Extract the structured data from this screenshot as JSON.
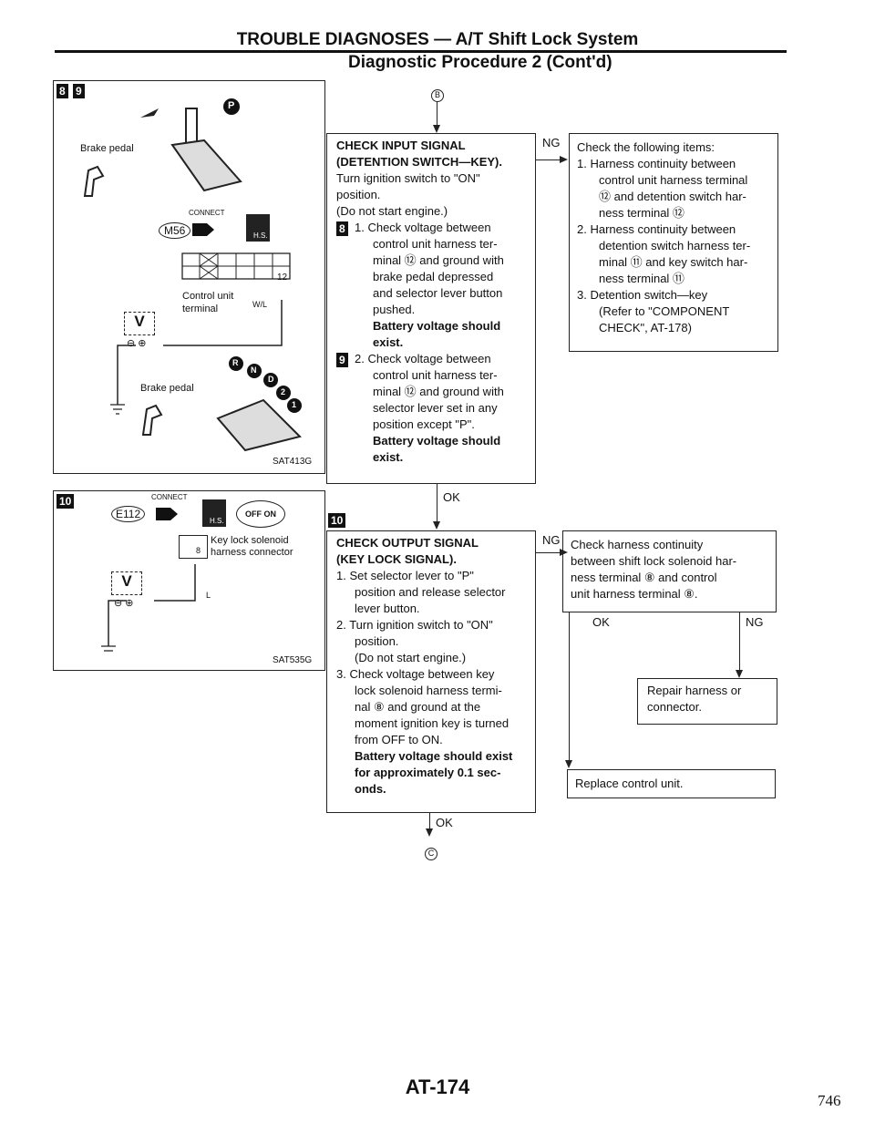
{
  "header": {
    "title": "TROUBLE DIAGNOSES — A/T Shift Lock System",
    "subtitle": "Diagnostic Procedure 2 (Cont'd)"
  },
  "fig1": {
    "tags": [
      "8",
      "9"
    ],
    "brake_pedal_top": "Brake pedal",
    "connect": "CONNECT",
    "connector_id": "M56",
    "terminal_label": "12",
    "control_unit": "Control unit",
    "terminal": "terminal",
    "wire": "W/L",
    "meter": "V",
    "brake_pedal_bottom": "Brake pedal",
    "code": "SAT413G",
    "shift_top": "P",
    "shift_positions": [
      "R",
      "N",
      "D",
      "2",
      "1"
    ]
  },
  "fig2": {
    "tag": "10",
    "connect": "CONNECT",
    "connector_id": "E112",
    "off_on": "OFF ON",
    "solenoid_line1": "Key lock solenoid",
    "solenoid_line2": "harness connector",
    "terminal_label": "8",
    "wire": "L",
    "meter": "V",
    "code": "SAT535G"
  },
  "flow": {
    "entry_marker": "B",
    "exit_marker": "C",
    "box1": {
      "heading1": "CHECK INPUT SIGNAL",
      "heading2": "(DETENTION SWITCH—KEY).",
      "lines": [
        "Turn ignition switch to \"ON\"",
        "position.",
        "(Do not start engine.)"
      ],
      "step1_tag": "8",
      "step1": [
        "1. Check voltage between",
        "control unit harness ter-",
        "minal ⑫ and ground with",
        "brake pedal depressed",
        "and selector lever button",
        "pushed."
      ],
      "step1_result": [
        "Battery voltage should",
        "exist."
      ],
      "step2_tag": "9",
      "step2": [
        "2. Check voltage between",
        "control unit harness ter-",
        "minal ⑫ and ground with",
        "selector lever set in any",
        "position except \"P\"."
      ],
      "step2_result": [
        "Battery voltage should",
        "exist."
      ]
    },
    "ng1": "NG",
    "ok1": "OK",
    "box1_ng": {
      "lines": [
        "Check the following items:",
        "1. Harness continuity between",
        "control unit harness terminal",
        "⑫ and detention switch har-",
        "ness terminal ⑫",
        "2. Harness continuity between",
        "detention switch harness ter-",
        "minal ⑪ and key switch har-",
        "ness terminal ⑪",
        "3. Detention switch—key",
        "(Refer to \"COMPONENT",
        "CHECK\", AT-178)"
      ]
    },
    "box2_tag": "10",
    "box2": {
      "heading1": "CHECK OUTPUT SIGNAL",
      "heading2": "(KEY LOCK SIGNAL).",
      "lines": [
        "1. Set selector lever to \"P\"",
        "position and release selector",
        "lever button.",
        "2. Turn ignition switch to \"ON\"",
        "position.",
        "(Do not start engine.)",
        "3. Check voltage between key",
        "lock solenoid harness termi-",
        "nal ⑧ and ground at the",
        "moment ignition key is turned",
        "from OFF to ON."
      ],
      "result": [
        "Battery voltage should exist",
        "for approximately 0.1 sec-",
        "onds."
      ]
    },
    "ng2": "NG",
    "ok2": "OK",
    "box2_ng": {
      "lines": [
        "Check harness continuity",
        "between shift lock solenoid har-",
        "ness terminal ⑧ and control",
        "unit harness terminal ⑧."
      ]
    },
    "ok3": "OK",
    "ng3": "NG",
    "repair": [
      "Repair harness or",
      "connector."
    ],
    "replace": "Replace control unit."
  },
  "footer": {
    "page_code": "AT-174",
    "page_number": "746"
  }
}
